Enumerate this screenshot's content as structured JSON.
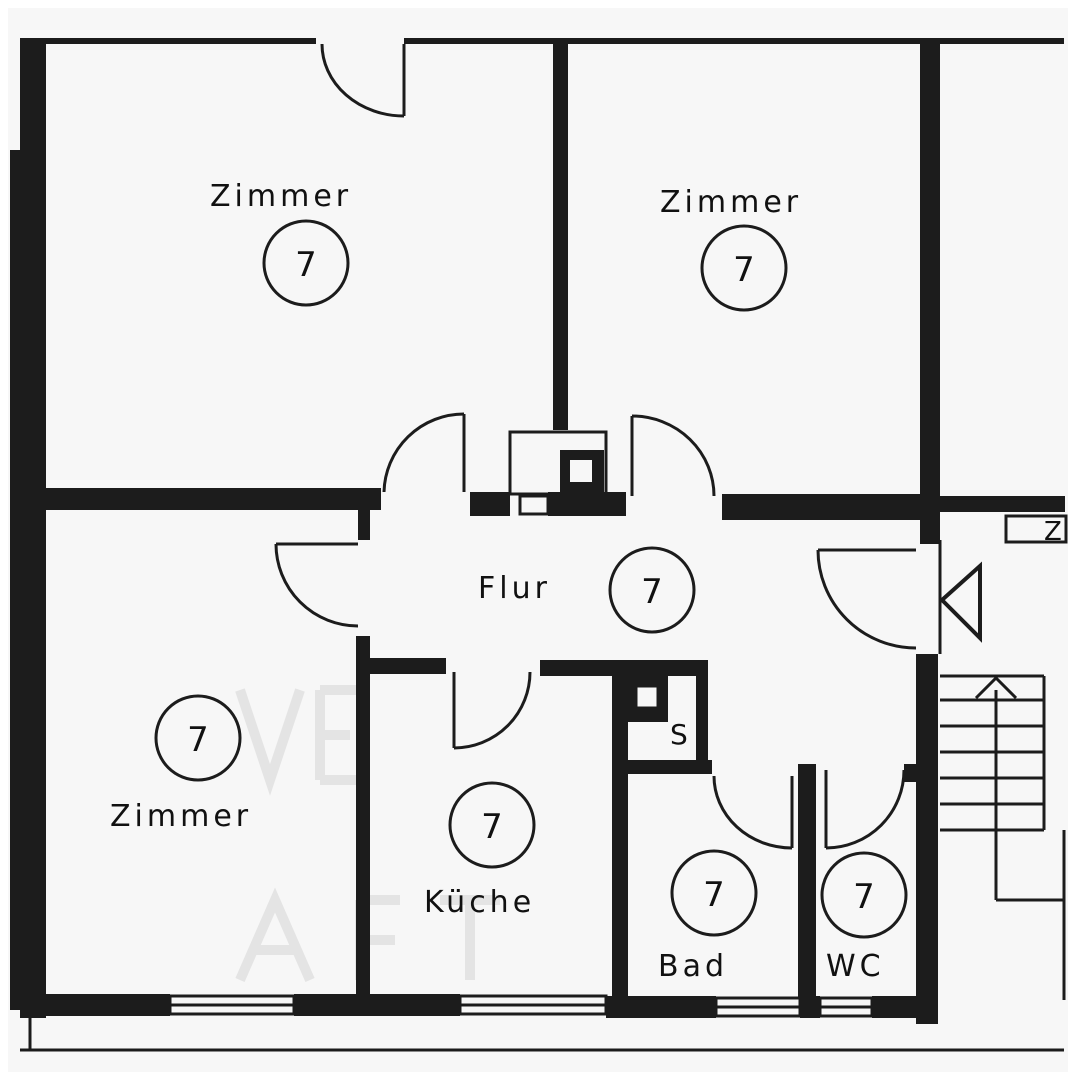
{
  "rooms": [
    {
      "key": "zimmer_nw",
      "label": "Zimmer",
      "number": "7"
    },
    {
      "key": "zimmer_ne",
      "label": "Zimmer",
      "number": "7"
    },
    {
      "key": "flur",
      "label": "Flur",
      "number": "7"
    },
    {
      "key": "zimmer_sw",
      "label": "Zimmer",
      "number": "7"
    },
    {
      "key": "kueche",
      "label": "Küche",
      "number": "7"
    },
    {
      "key": "bad",
      "label": "Bad",
      "number": "7"
    },
    {
      "key": "wc",
      "label": "WC",
      "number": "7"
    }
  ],
  "shaft_label": "S",
  "edge_fragment": "Z",
  "colors": {
    "wall": "#1c1c1c",
    "paper": "#f7f7f7",
    "watermark": "#e6e6e6"
  }
}
